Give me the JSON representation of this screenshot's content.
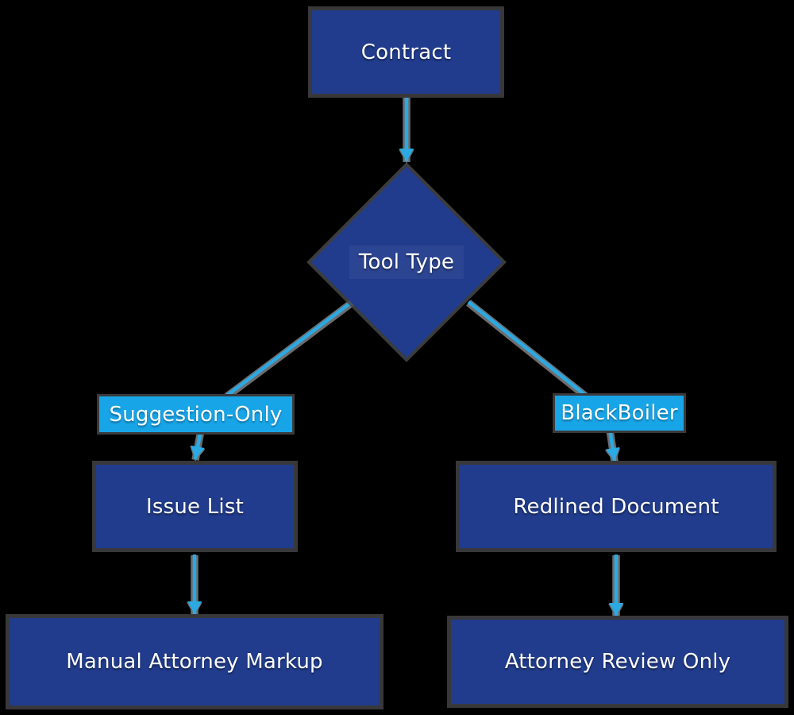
{
  "flowchart": {
    "nodes": [
      {
        "id": "contract",
        "shape": "rect",
        "label": "Contract"
      },
      {
        "id": "tool-type",
        "shape": "diamond",
        "label": "Tool Type"
      },
      {
        "id": "issue-list",
        "shape": "rect",
        "label": "Issue List"
      },
      {
        "id": "redlined-document",
        "shape": "rect",
        "label": "Redlined Document"
      },
      {
        "id": "manual-attorney-markup",
        "shape": "rect",
        "label": "Manual Attorney Markup"
      },
      {
        "id": "attorney-review-only",
        "shape": "rect",
        "label": "Attorney Review Only"
      }
    ],
    "edges": [
      {
        "from": "contract",
        "to": "tool-type",
        "label": ""
      },
      {
        "from": "tool-type",
        "to": "issue-list",
        "label": "Suggestion-Only"
      },
      {
        "from": "tool-type",
        "to": "redlined-document",
        "label": "BlackBoiler"
      },
      {
        "from": "issue-list",
        "to": "manual-attorney-markup",
        "label": ""
      },
      {
        "from": "redlined-document",
        "to": "attorney-review-only",
        "label": ""
      }
    ]
  },
  "colors": {
    "background": "#000000",
    "node_fill": "#213C8D",
    "node_outline": "#38383A",
    "edge_label_fill": "#18A5E8",
    "arrow": "#2BA9E2",
    "arrow_shadow": "#6D6D70",
    "text": "#FFFFFF"
  }
}
